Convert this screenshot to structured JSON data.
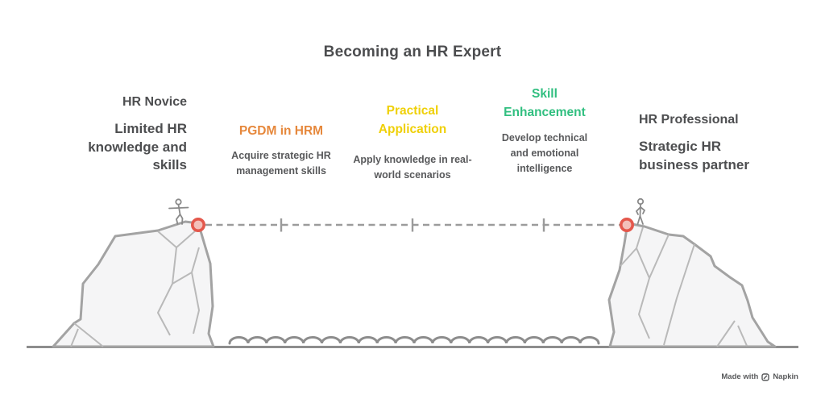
{
  "title": "Becoming an HR Expert",
  "stages": [
    {
      "id": "hr-novice",
      "label": "HR Novice",
      "description": "Limited HR knowledge and skills",
      "color": "#4d4e50"
    },
    {
      "id": "pgdm-in-hrm",
      "label": "PGDM in HRM",
      "description": "Acquire strategic HR management skills",
      "color": "#e6883c"
    },
    {
      "id": "practical-application",
      "label": "Practical Application",
      "description": "Apply knowledge in real-world scenarios",
      "color": "#efd008"
    },
    {
      "id": "skill-enhancement",
      "label": "Skill Enhancement",
      "description": "Develop technical and emotional intelligence",
      "color": "#31bf80"
    },
    {
      "id": "hr-professional",
      "label": "HR Professional",
      "description": "Strategic HR business partner",
      "color": "#4d4e50"
    }
  ],
  "scene": {
    "icons": [
      "balancing-person-icon",
      "standing-person-icon",
      "anchor-point-left",
      "anchor-point-right"
    ],
    "colors": {
      "anchor_red": "#e4584c",
      "anchor_fill": "#f3c0ba",
      "rope_gray": "#9b9b9b",
      "cliff_fill": "#f5f5f6",
      "cliff_stroke": "#a3a3a3",
      "facet_stroke": "#b9b9b9",
      "ground_gray": "#8d8d8d",
      "figure_gray": "#8a8a8a"
    }
  },
  "footer": {
    "made_with": "Made with",
    "brand": "Napkin"
  }
}
